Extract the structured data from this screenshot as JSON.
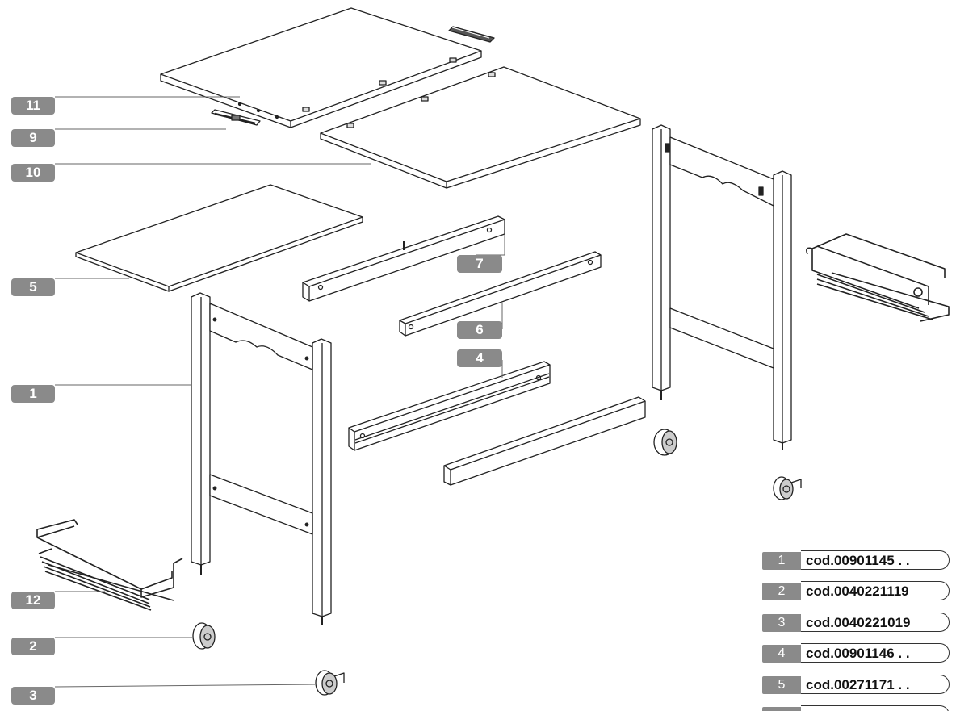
{
  "callouts": {
    "c11": "11",
    "c9": "9",
    "c10": "10",
    "c5": "5",
    "c7": "7",
    "c6": "6",
    "c4": "4",
    "c1": "1",
    "c12": "12",
    "c2": "2",
    "c3": "3"
  },
  "codes": [
    {
      "num": "1",
      "code": "cod.00901145 . ."
    },
    {
      "num": "2",
      "code": "cod.0040221119"
    },
    {
      "num": "3",
      "code": "cod.0040221019"
    },
    {
      "num": "4",
      "code": "cod.00901146 . ."
    },
    {
      "num": "5",
      "code": "cod.00271171 . ."
    }
  ],
  "colors": {
    "badge": "#8a8a8a",
    "line": "#222222",
    "leader": "#666666"
  }
}
